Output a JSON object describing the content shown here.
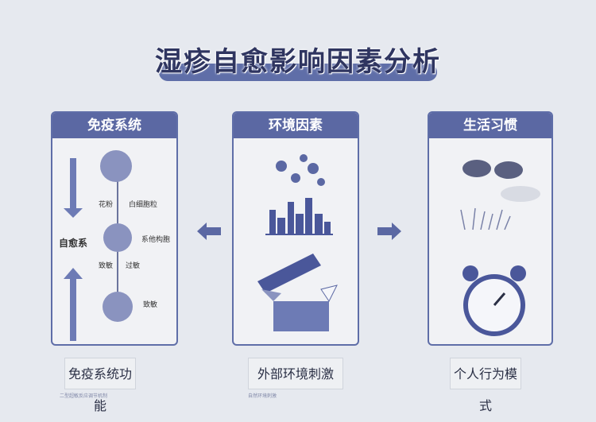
{
  "title": "湿疹自愈影响因素分析",
  "panels": [
    {
      "header": "免疫系统",
      "side_label": "自愈系",
      "labels": [
        "花粉",
        "白细胞粒",
        "系他构胞",
        "致敏",
        "过敏",
        "致敏"
      ],
      "footer": "免疫系统功能",
      "note": "二型超敏反应调节机制"
    },
    {
      "header": "环境因素",
      "footer": "外部环境刺激",
      "note": "自然环境刺激"
    },
    {
      "header": "生活习惯",
      "footer": "个人行为模式"
    }
  ],
  "colors": {
    "accent": "#5b68a3",
    "background": "#e6e9ef"
  }
}
